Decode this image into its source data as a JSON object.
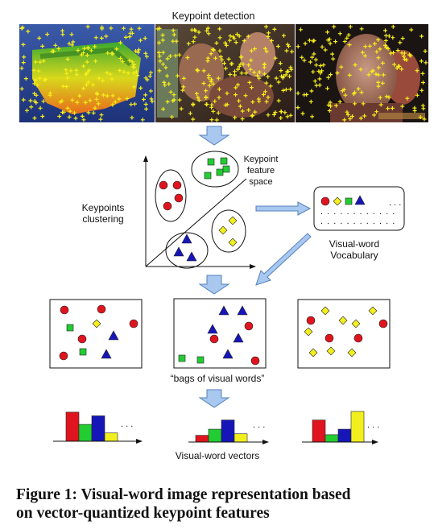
{
  "labels": {
    "keypoint_detection": "Keypoint detection",
    "clustering_line1": "Keypoints",
    "clustering_line2": "clustering",
    "feature_space_line1": "Keypoint",
    "feature_space_line2": "feature",
    "feature_space_line3": "space",
    "vocab_line1": "Visual-word",
    "vocab_line2": "Vocabulary",
    "bags": "“bags of visual words”",
    "vectors": "Visual-word vectors",
    "ellipsis": ". . .",
    "dot_row": ". . . . . . . . . . . ."
  },
  "caption": {
    "line1": "Figure 1:  Visual-word image representation based",
    "line2": "on vector-quantized keypoint features"
  },
  "colors": {
    "red": "#e0141e",
    "green": "#22cc33",
    "yellow": "#f2ef1e",
    "blue": "#1616b8",
    "arrow_fill": "#a8c8f0",
    "arrow_stroke": "#5580bb"
  },
  "histograms": [
    {
      "bars": [
        0.95,
        0.55,
        0.83,
        0.27
      ]
    },
    {
      "bars": [
        0.22,
        0.42,
        0.72,
        0.27
      ]
    },
    {
      "bars": [
        0.72,
        0.24,
        0.42,
        1.0
      ]
    }
  ]
}
